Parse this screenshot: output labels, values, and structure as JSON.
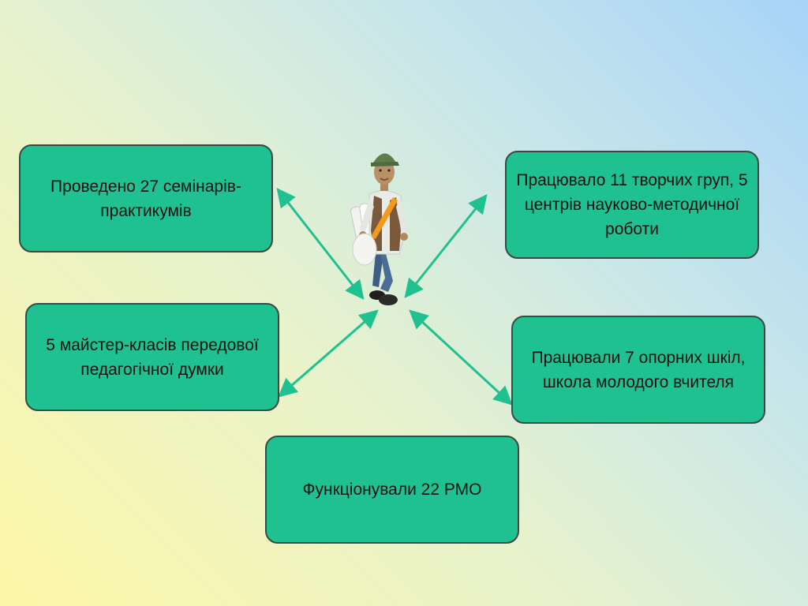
{
  "boxes": {
    "top_left": "Проведено 27 семінарів-практикумів",
    "top_right": "Працювало 11 творчих груп, 5 центрів науково-методичної роботи",
    "mid_left": "5 майстер-класів передової педагогічної думки",
    "mid_right": "Працювали 7 опорних шкіл, школа молодого вчителя",
    "bottom_center": "Функціонували 22 РМО"
  },
  "colors": {
    "box_fill": "#20c190",
    "arrow": "#20c190",
    "background_start": "#fdf6a6",
    "background_end": "#a8d4f8"
  },
  "center_figure": "walking-man-with-bag"
}
